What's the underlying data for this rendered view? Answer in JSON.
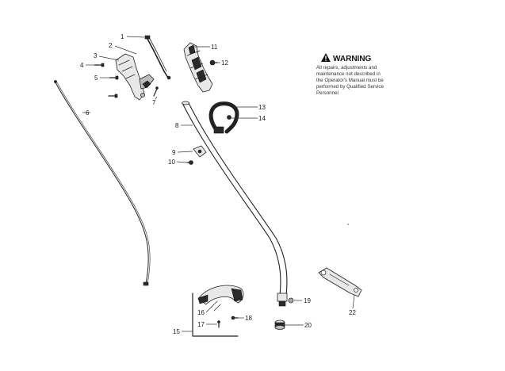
{
  "warning": {
    "title": "WARNING",
    "lines": [
      "All repairs, adjustments and",
      "maintenance not described in",
      "the Operator's Manual must be",
      "performed by Qualified Service",
      "Personnel"
    ],
    "icon": "warning-triangle-icon"
  },
  "callouts": [
    {
      "id": "1",
      "label": "1"
    },
    {
      "id": "2",
      "label": "2"
    },
    {
      "id": "3",
      "label": "3"
    },
    {
      "id": "4",
      "label": "4"
    },
    {
      "id": "5",
      "label": "5"
    },
    {
      "id": "6",
      "label": "6"
    },
    {
      "id": "7",
      "label": "7"
    },
    {
      "id": "8",
      "label": "8"
    },
    {
      "id": "9",
      "label": "9"
    },
    {
      "id": "10",
      "label": "10"
    },
    {
      "id": "11",
      "label": "11"
    },
    {
      "id": "12",
      "label": "12"
    },
    {
      "id": "13",
      "label": "13"
    },
    {
      "id": "14",
      "label": "14"
    },
    {
      "id": "15",
      "label": "15"
    },
    {
      "id": "16",
      "label": "16"
    },
    {
      "id": "17",
      "label": "17"
    },
    {
      "id": "18",
      "label": "18"
    },
    {
      "id": "19",
      "label": "19"
    },
    {
      "id": "20",
      "label": "20"
    },
    {
      "id": "22",
      "label": "22"
    }
  ]
}
